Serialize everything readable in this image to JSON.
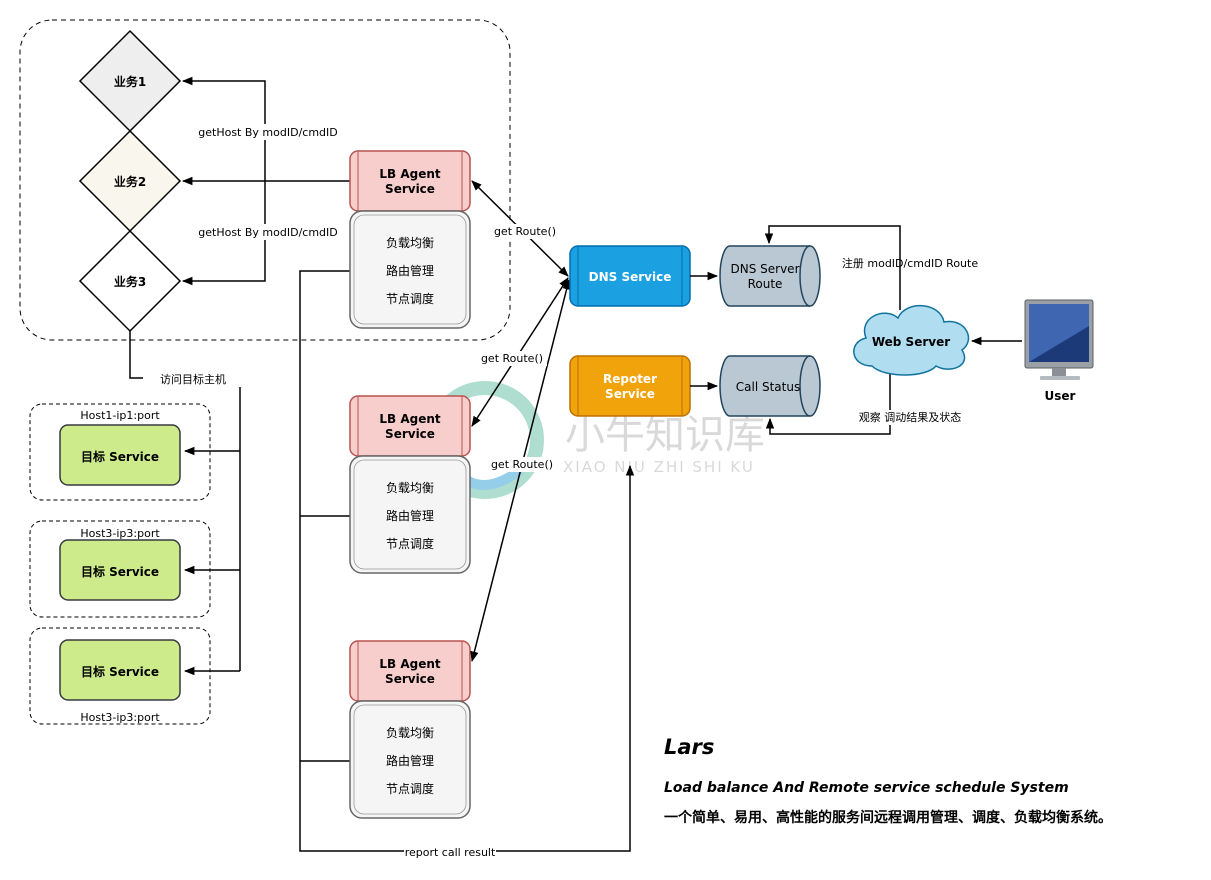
{
  "biz": {
    "item1": "业务1",
    "item2": "业务2",
    "item3": "业务3",
    "edge_gethost_top": "getHost By modID/cmdID",
    "edge_gethost_bottom": "getHost By modID/cmdID",
    "edge_visit": "访问目标主机"
  },
  "lb_agents": [
    {
      "title": "LB Agent",
      "subtitle": "Service",
      "items": [
        "负载均衡",
        "路由管理",
        "节点调度"
      ]
    },
    {
      "title": "LB Agent",
      "subtitle": "Service",
      "items": [
        "负载均衡",
        "路由管理",
        "节点调度"
      ]
    },
    {
      "title": "LB Agent",
      "subtitle": "Service",
      "items": [
        "负载均衡",
        "路由管理",
        "节点调度"
      ]
    }
  ],
  "hosts": [
    {
      "caption": "Host1-ip1:port",
      "service": "目标 Service"
    },
    {
      "caption": "Host3-ip3:port",
      "service": "目标 Service"
    },
    {
      "caption": "Host3-ip3:port",
      "service": "目标 Service"
    }
  ],
  "edges": {
    "get_route_1": "get Route()",
    "get_route_2": "get Route()",
    "get_route_3": "get Route()",
    "report": "report call result",
    "register": "注册 modID/cmdID Route",
    "observe": "观察 调动结果及状态"
  },
  "services": {
    "dns": "DNS Service",
    "reporter_line1": "Repoter",
    "reporter_line2": "Service",
    "dns_route_line1": "DNS Server",
    "dns_route_line2": "Route",
    "call_status": "Call Status",
    "web_server": "Web Server",
    "user": "User"
  },
  "watermark": {
    "cn": "小牛知识库",
    "en": "XIAO NIU ZHI SHI KU"
  },
  "footer": {
    "title": "Lars",
    "subtitle": "Load balance And Remote service schedule System",
    "description": "一个简单、易用、高性能的服务间远程调用管理、调度、负载均衡系统。"
  },
  "colors": {
    "lb_header": "#f8cecc",
    "lb_header_border": "#b85450",
    "lb_body": "#f5f5f5",
    "dns": "#1ba1e2",
    "reporter": "#f0a30a",
    "db": "#bac8d3",
    "db_border": "#23445d",
    "cloud": "#b1ddf0",
    "target": "#cdeb8b",
    "diamond1": "#eeeeee",
    "diamond2": "#f9f7ed",
    "diamond3": "#ffffff"
  }
}
